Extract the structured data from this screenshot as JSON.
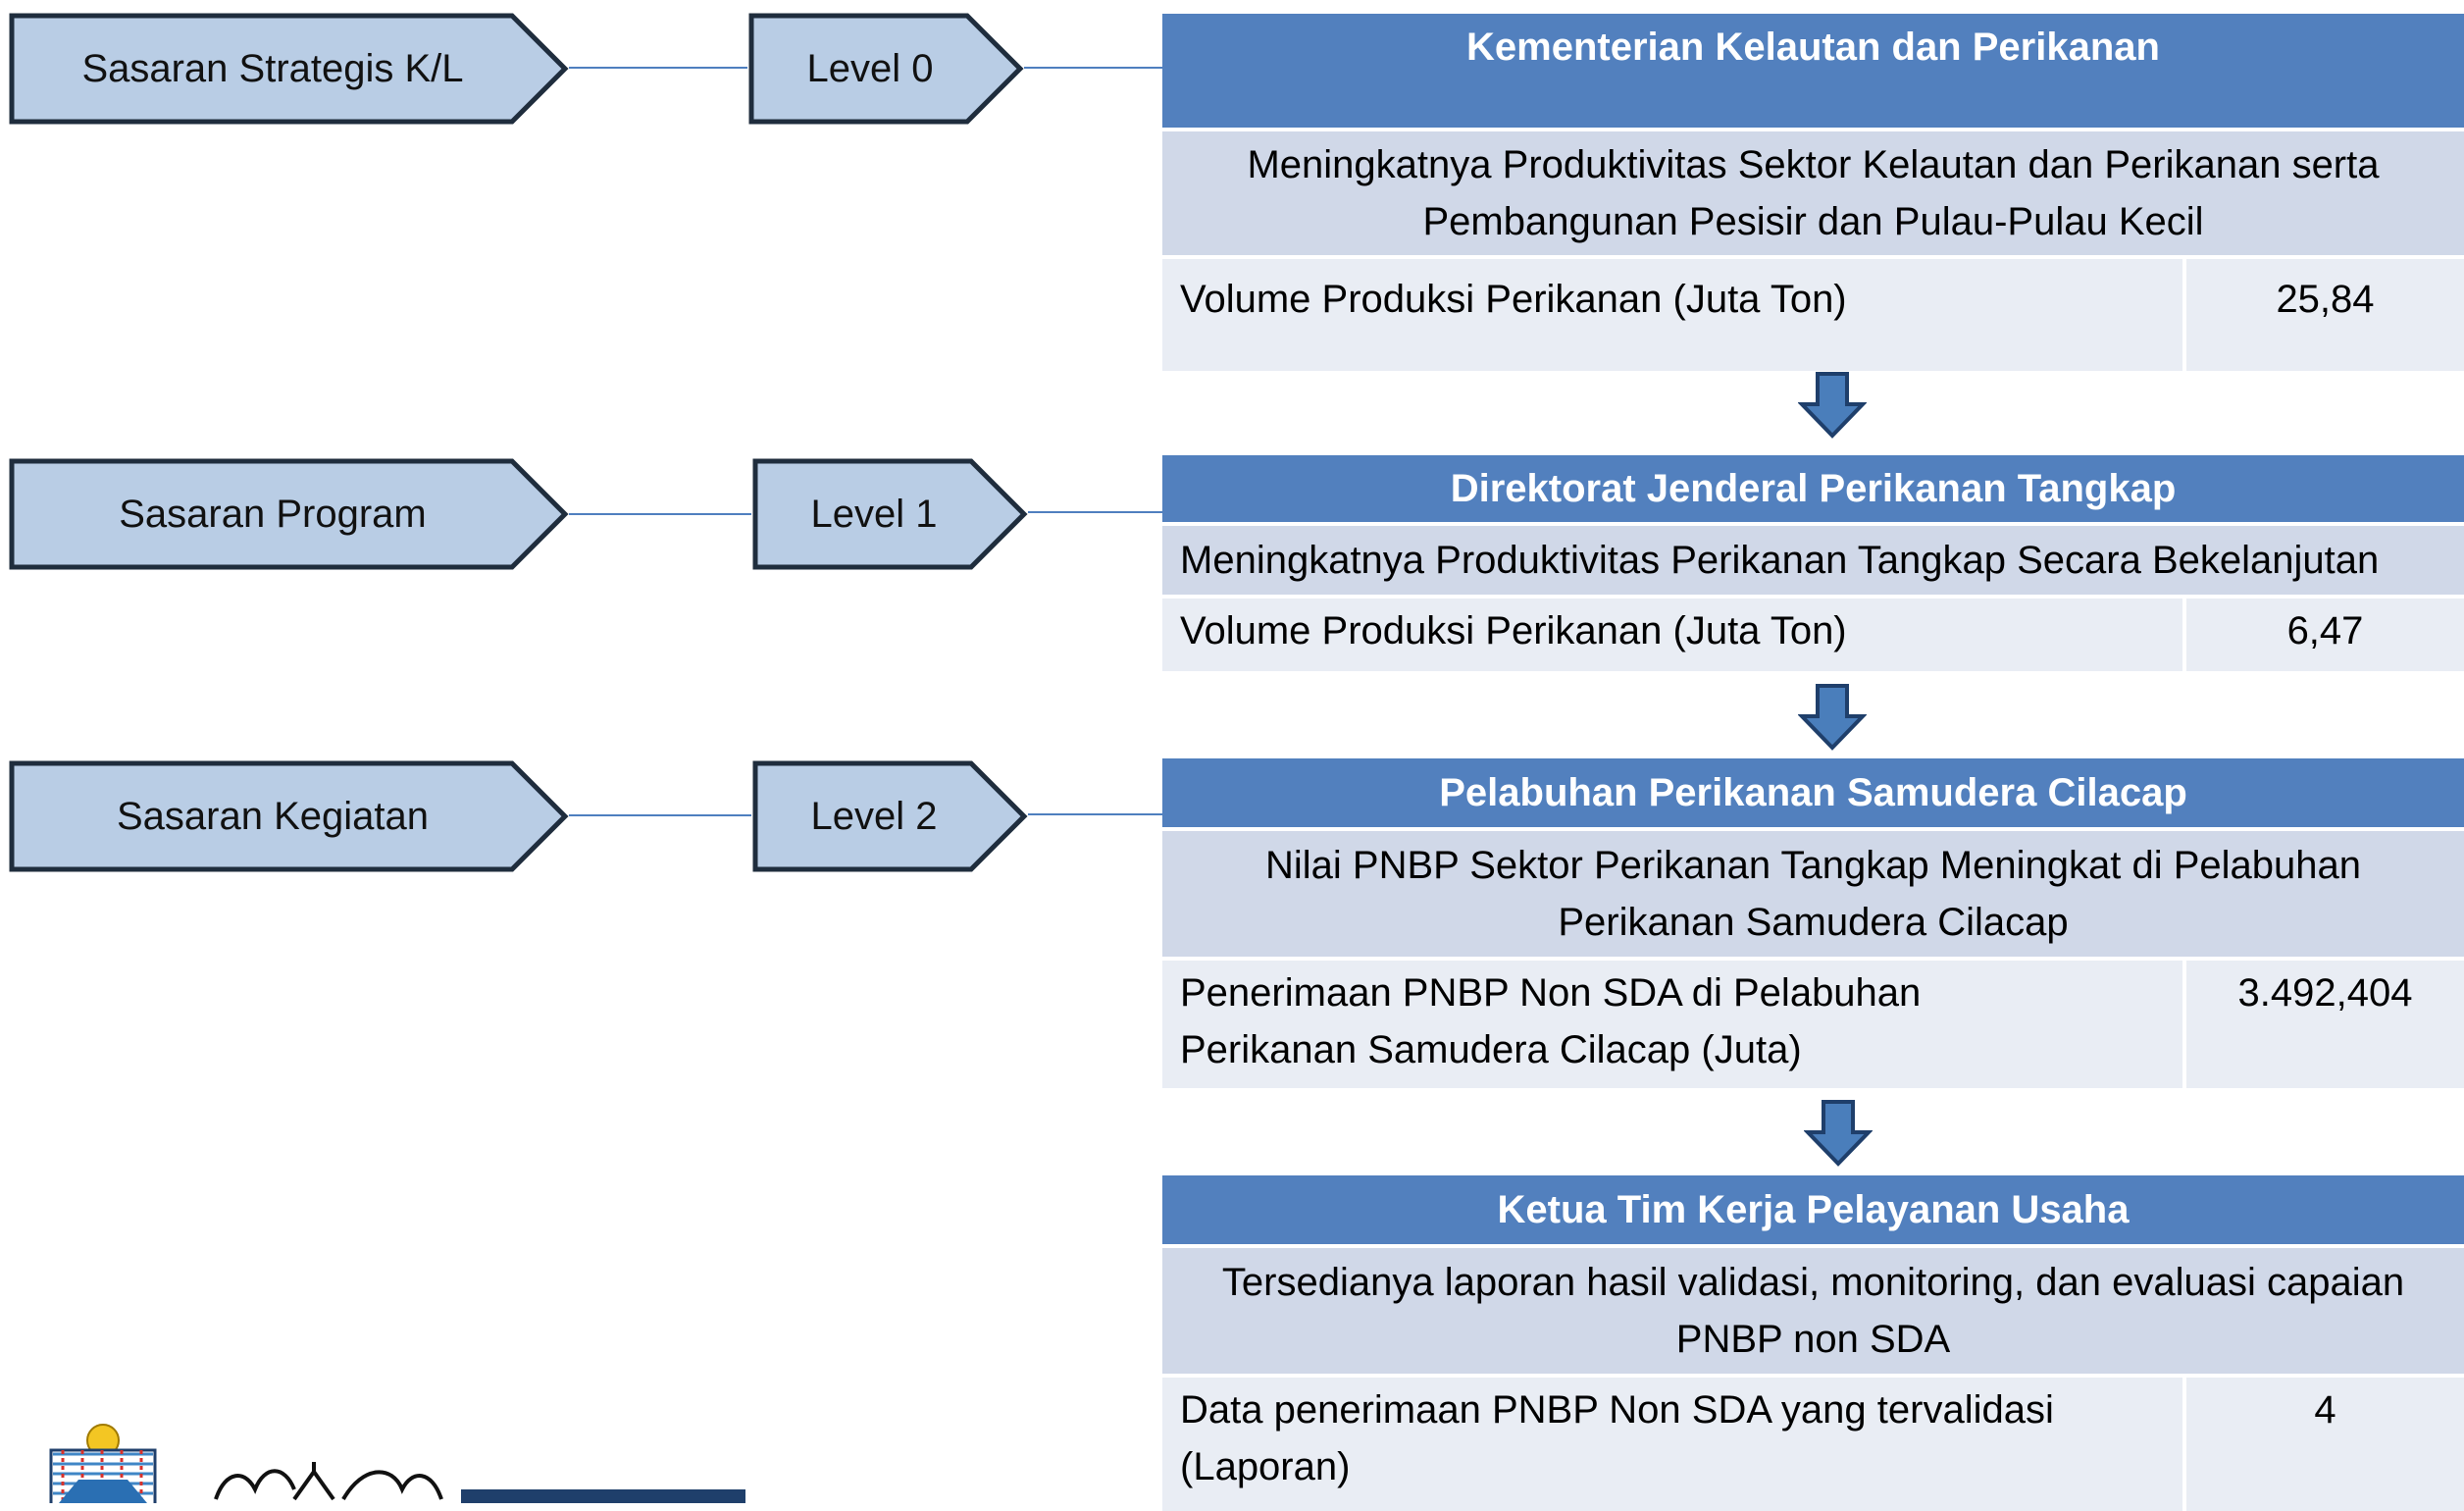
{
  "rows": [
    {
      "sasaran": "Sasaran Strategis K/L",
      "level": "Level 0"
    },
    {
      "sasaran": "Sasaran Program",
      "level": "Level 1"
    },
    {
      "sasaran": "Sasaran Kegiatan",
      "level": "Level 2"
    }
  ],
  "blocks": [
    {
      "header": "Kementerian Kelautan dan Perikanan",
      "goal_line1": "Meningkatnya Produktivitas Sektor Kelautan dan Perikanan serta",
      "goal_line2": "Pembangunan Pesisir dan Pulau-Pulau Kecil",
      "indicator": "Volume Produksi Perikanan (Juta Ton)",
      "value": "25,84"
    },
    {
      "header": "Direktorat Jenderal Perikanan Tangkap",
      "goal_line1": "Meningkatnya Produktivitas Perikanan Tangkap Secara Bekelanjutan",
      "indicator": "Volume Produksi Perikanan (Juta Ton)",
      "value": "6,47"
    },
    {
      "header": "Pelabuhan Perikanan Samudera Cilacap",
      "goal_line1": "Nilai PNBP Sektor Perikanan Tangkap Meningkat di Pelabuhan",
      "goal_line2": "Perikanan Samudera Cilacap",
      "indicator_line1": "Penerimaan PNBP Non SDA di Pelabuhan",
      "indicator_line2": "Perikanan Samudera Cilacap (Juta)",
      "value": "3.492,404"
    },
    {
      "header": "Ketua Tim Kerja Pelayanan Usaha",
      "goal_line1": "Tersedianya laporan hasil validasi, monitoring, dan evaluasi capaian",
      "goal_line2": "PNBP non SDA",
      "indicator_line1": "Data penerimaan PNBP Non SDA yang tervalidasi",
      "indicator_line2": "(Laporan)",
      "value": "4"
    }
  ],
  "colors": {
    "chevron_fill": "#b9cde5",
    "chevron_border": "#1f2d3d",
    "header_bg": "#5280be",
    "goal_bg": "#d0d8e8",
    "indicator_bg": "#e9edf4",
    "arrow_fill": "#4a7ebb",
    "connector": "#4f7fbf"
  },
  "icons": [
    "kkp-logo-icon",
    "cilacap-logo-icon"
  ]
}
